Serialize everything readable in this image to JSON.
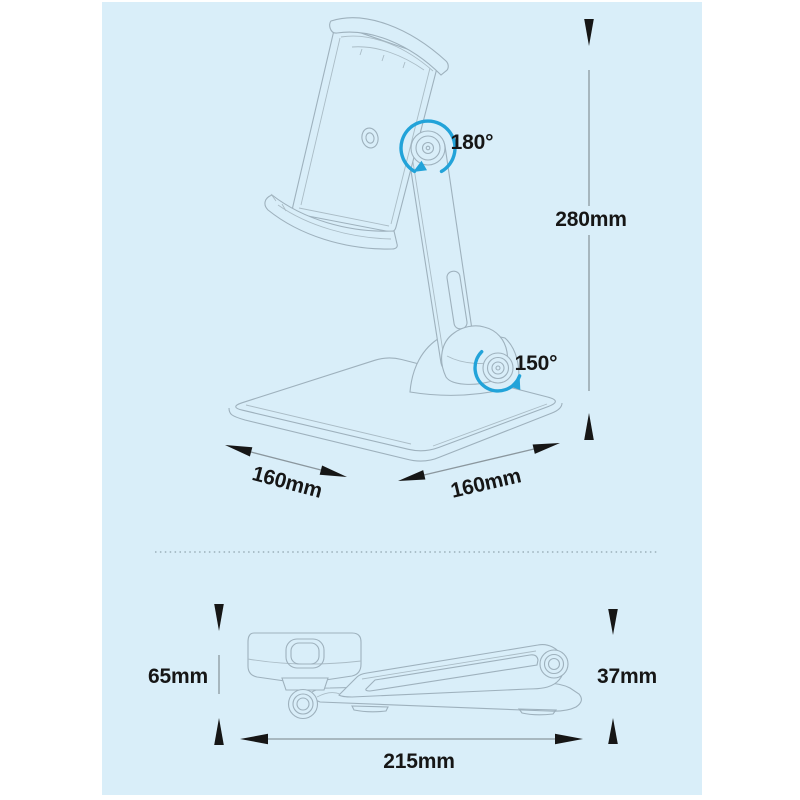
{
  "colors": {
    "panel_background": "#d9eef9",
    "drawing_line": "#9eb1bd",
    "dimension_line": "#8b979e",
    "label_text": "#161616",
    "rotation_accent": "#22a3d9"
  },
  "isometric_view": {
    "rotation_top_label": "180°",
    "rotation_base_label": "150°",
    "height_label": "280mm",
    "base_depth_label": "160mm",
    "base_width_label": "160mm"
  },
  "folded_view": {
    "folded_height_label": "65mm",
    "folded_thickness_label": "37mm",
    "folded_length_label": "215mm"
  }
}
